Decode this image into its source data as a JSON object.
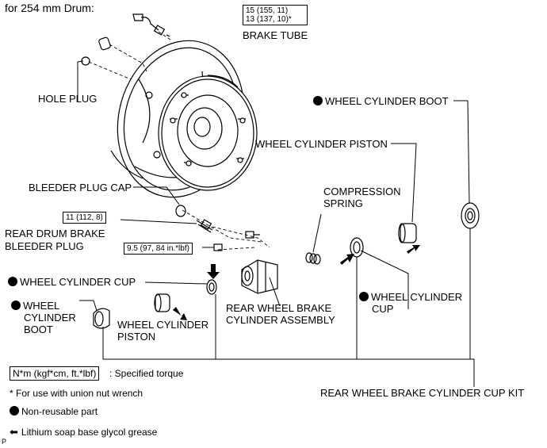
{
  "title": "for 254 mm Drum:",
  "labels": {
    "brake_tube": "BRAKE TUBE",
    "hole_plug": "HOLE PLUG",
    "bleeder_plug_cap": "BLEEDER PLUG CAP",
    "rear_drum_brake_bleeder_plug_1": "REAR DRUM BRAKE",
    "rear_drum_brake_bleeder_plug_2": "BLEEDER PLUG",
    "wheel_cylinder_cup_left": "WHEEL CYLINDER CUP",
    "wheel_cylinder_boot_left_1": "WHEEL",
    "wheel_cylinder_boot_left_2": "CYLINDER",
    "wheel_cylinder_boot_left_3": "BOOT",
    "wheel_cylinder_piston_left_1": "WHEEL CYLINDER",
    "wheel_cylinder_piston_left_2": "PISTON",
    "rear_wheel_brake_cylinder_assembly_1": "REAR WHEEL BRAKE",
    "rear_wheel_brake_cylinder_assembly_2": "CYLINDER ASSEMBLY",
    "compression_spring_1": "COMPRESSION",
    "compression_spring_2": "SPRING",
    "wheel_cylinder_cup_right_1": "WHEEL CYLINDER",
    "wheel_cylinder_cup_right_2": "CUP",
    "wheel_cylinder_piston_right": "WHEEL CYLINDER PISTON",
    "wheel_cylinder_boot_right": "WHEEL CYLINDER BOOT",
    "cup_kit": "REAR WHEEL BRAKE CYLINDER CUP KIT"
  },
  "torque_specs": {
    "brake_tube_1": "15 (155, 11)",
    "brake_tube_2": "13 (137, 10)*",
    "bleeder_plug": "11 (112, 8)",
    "cylinder_bolt": "9.5 (97, 84 in.*lbf)"
  },
  "legend": {
    "torque_unit": "N*m (kgf*cm, ft.*lbf)",
    "torque_desc": ": Specified torque",
    "union_nut": "* For use with union nut wrench",
    "non_reusable": "Non-reusable part",
    "grease": "Lithium soap base glycol grease"
  },
  "footer_code": "P"
}
